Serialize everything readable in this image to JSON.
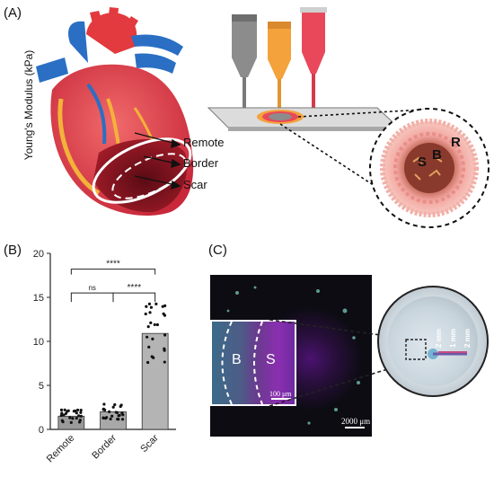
{
  "panels": {
    "a_label": "(A)",
    "b_label": "(B)",
    "c_label": "(C)"
  },
  "panel_a": {
    "region_labels": [
      "Remote",
      "Border",
      "Scar"
    ],
    "ring_letters": {
      "scar": "S",
      "border": "B",
      "remote": "R"
    },
    "syringe_colors": [
      "#8c8c8c",
      "#f4a23c",
      "#e9485a"
    ]
  },
  "chart_data": {
    "type": "bar",
    "ylabel": "Young's Modulus (kPa)",
    "xlabel": "",
    "ylim": [
      0,
      20
    ],
    "yticks": [
      0,
      5,
      10,
      15,
      20
    ],
    "categories": [
      "Remote",
      "Border",
      "Scar"
    ],
    "values": [
      1.5,
      2.0,
      10.9
    ],
    "bar_colors": [
      "#9a9a9a",
      "#a8a8a8",
      "#b4b4b4"
    ],
    "significance": [
      {
        "pair": [
          "Remote",
          "Border"
        ],
        "label": "ns"
      },
      {
        "pair": [
          "Border",
          "Scar"
        ],
        "label": "****"
      },
      {
        "pair": [
          "Remote",
          "Scar"
        ],
        "label": "****"
      }
    ]
  },
  "panel_c": {
    "inset_left": "B",
    "inset_right": "S",
    "inset_scale": "100 μm",
    "image_scale": "2000 μm",
    "photo_dims": [
      "2 mm",
      "1 mm",
      "2 mm"
    ]
  }
}
